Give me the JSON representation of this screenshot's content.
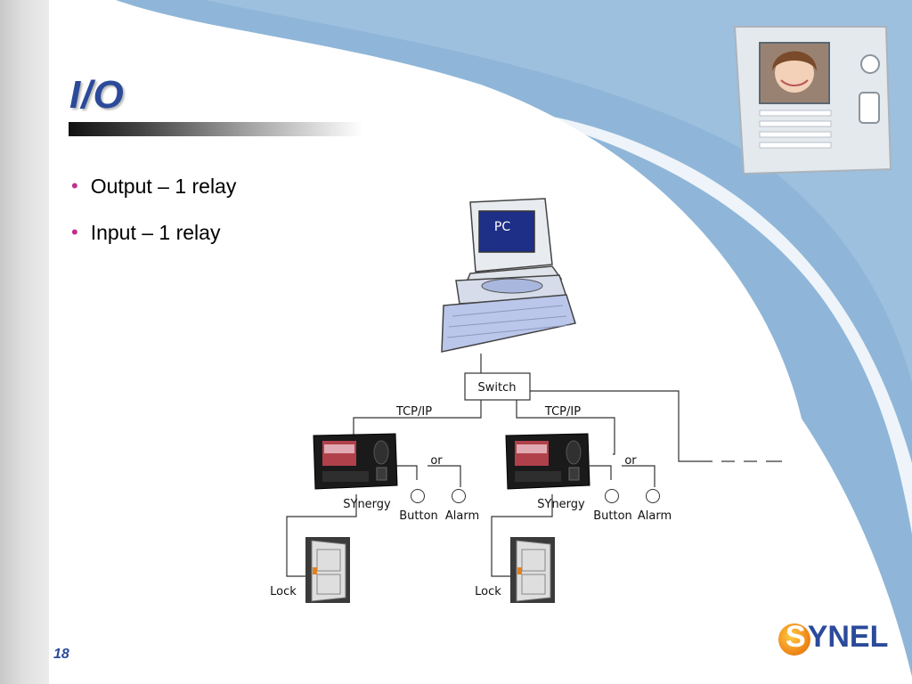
{
  "slide": {
    "title": "I/O",
    "page_number": "18"
  },
  "bullets": [
    "Output – 1 relay",
    "Input – 1 relay"
  ],
  "diagram": {
    "pc_label": "PC",
    "switch_label": "Switch",
    "link_left": "TCP/IP",
    "link_right": "TCP/IP",
    "terminal_left": "SYnergy",
    "terminal_right": "SYnergy",
    "or_left": "or",
    "or_right": "or",
    "button_left": "Button",
    "alarm_left": "Alarm",
    "button_right": "Button",
    "alarm_right": "Alarm",
    "lock_left": "Lock",
    "lock_right": "Lock"
  },
  "logo": {
    "text_pre": "S",
    "text_post": "YNEL"
  },
  "colors": {
    "title": "#2b4a9a",
    "bullet": "#c0308a",
    "swoosh": "#8fb6d8",
    "logo_orange": "#f08a1a"
  }
}
